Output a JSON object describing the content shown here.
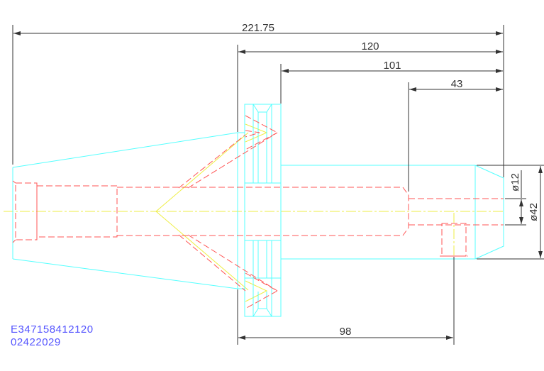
{
  "dimensions": {
    "overall_length": "221.75",
    "length_120": "120",
    "length_101": "101",
    "length_43": "43",
    "length_98": "98",
    "bore_diameter": "ø12",
    "shank_diameter": "ø42"
  },
  "part_codes": [
    "E347158412120",
    "02422029"
  ],
  "colors": {
    "outline": "#55ffff",
    "hidden": "#ff5555",
    "center": "#eeee44",
    "dimension": "#333333",
    "text": "#5555ff"
  }
}
